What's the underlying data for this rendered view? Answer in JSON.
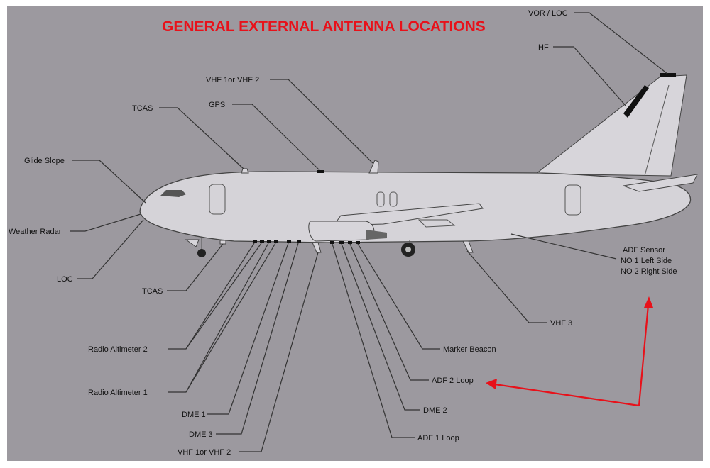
{
  "title": "GENERAL EXTERNAL ANTENNA LOCATIONS",
  "colors": {
    "background": "#9c999f",
    "fuselage": "#d5d3d8",
    "title": "#e8111a",
    "arrow": "#e8111a",
    "label": "#111111"
  },
  "labels": {
    "vor_loc": "VOR / LOC",
    "hf": "HF",
    "vhf_top": "VHF 1or VHF 2",
    "gps": "GPS",
    "tcas_top": "TCAS",
    "glide_slope": "Glide Slope",
    "weather_radar": "Weather Radar",
    "loc": "LOC",
    "tcas_bottom": "TCAS",
    "adf_sensor": "ADF Sensor",
    "adf_sensor_left": "NO 1 Left Side",
    "adf_sensor_right": "NO 2 Right Side",
    "vhf3": "VHF 3",
    "marker_beacon": "Marker Beacon",
    "adf2_loop": "ADF 2 Loop",
    "dme2": "DME 2",
    "adf1_loop": "ADF 1 Loop",
    "radio_alt_2": "Radio Altimeter 2",
    "radio_alt_1": "Radio Altimeter 1",
    "dme1": "DME 1",
    "dme3": "DME 3",
    "vhf_bottom": "VHF 1or VHF 2"
  }
}
